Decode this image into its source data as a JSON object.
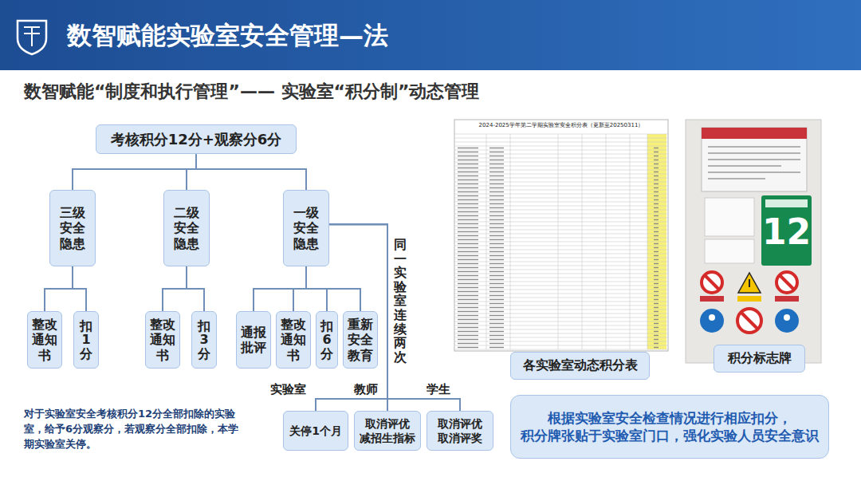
{
  "diagram": {
    "title": "数智赋能实验室安全管理—法",
    "nodes": [
      {
        "text": [
          "考核积分12分+观察分6分"
        ]
      },
      {
        "text": [
          "三级安全隐患"
        ]
      },
      {
        "text": [
          "二级安全隐患"
        ]
      },
      {
        "text": [
          "一级安全隐患"
        ]
      },
      {
        "text": [
          "整改通知书"
        ]
      },
      {
        "text": [
          "扣1分"
        ]
      },
      {
        "text": [
          "整改通知书"
        ]
      },
      {
        "text": [
          "扣3分"
        ]
      },
      {
        "text": [
          "通报批评"
        ]
      },
      {
        "text": [
          "整改通知书"
        ]
      },
      {
        "text": [
          "扣6分"
        ]
      },
      {
        "text": [
          "重新安全教育"
        ]
      },
      {
        "text": [
          "关停1个月"
        ]
      },
      {
        "text": [
          "取消评优 减招生指标"
        ]
      },
      {
        "text": [
          "取消评优 取消评奖"
        ]
      },
      {
        "text": [
          "各实验室动态积分表"
        ]
      },
      {
        "text": [
          "积分标志牌"
        ]
      },
      {
        "text": [
          "根据实验室安全检查情况进行相应扣分，积分牌张贴于实验室门口，强化实验人员安全意识"
        ]
      }
    ],
    "edges": [
      {
        "from": 0,
        "to": 1,
        "arrow": "none"
      },
      {
        "from": 0,
        "to": 2,
        "arrow": "none"
      },
      {
        "from": 0,
        "to": 3,
        "arrow": "none"
      },
      {
        "from": 1,
        "to": 4,
        "arrow": "none"
      },
      {
        "from": 1,
        "to": 5,
        "arrow": "none"
      },
      {
        "from": 2,
        "to": 6,
        "arrow": "none"
      },
      {
        "from": 2,
        "to": 7,
        "arrow": "none"
      },
      {
        "from": 3,
        "to": 8,
        "arrow": "none"
      },
      {
        "from": 3,
        "to": 9,
        "arrow": "none"
      },
      {
        "from": 3,
        "to": 10,
        "arrow": "none"
      },
      {
        "from": 3,
        "to": 11,
        "arrow": "none"
      },
      {
        "from": 3,
        "to": 12,
        "label": "实验室",
        "arrow": "none"
      },
      {
        "from": 3,
        "to": 13,
        "label": "教师",
        "arrow": "none"
      },
      {
        "from": 3,
        "to": 14,
        "label": "学生",
        "arrow": "none"
      }
    ],
    "labels": [
      "数智赋能“制度和执行管理”—— 实验室“积分制”动态管理",
      "同一实验室连续两次",
      "对于实验室安全考核积分12分全部扣除的实验室，给予6分观察分，若观察分全部扣除，本学期实验室关停。",
      "2024-2025学年第二学期实验室安全积分表（更新至20250311）",
      "12"
    ]
  }
}
